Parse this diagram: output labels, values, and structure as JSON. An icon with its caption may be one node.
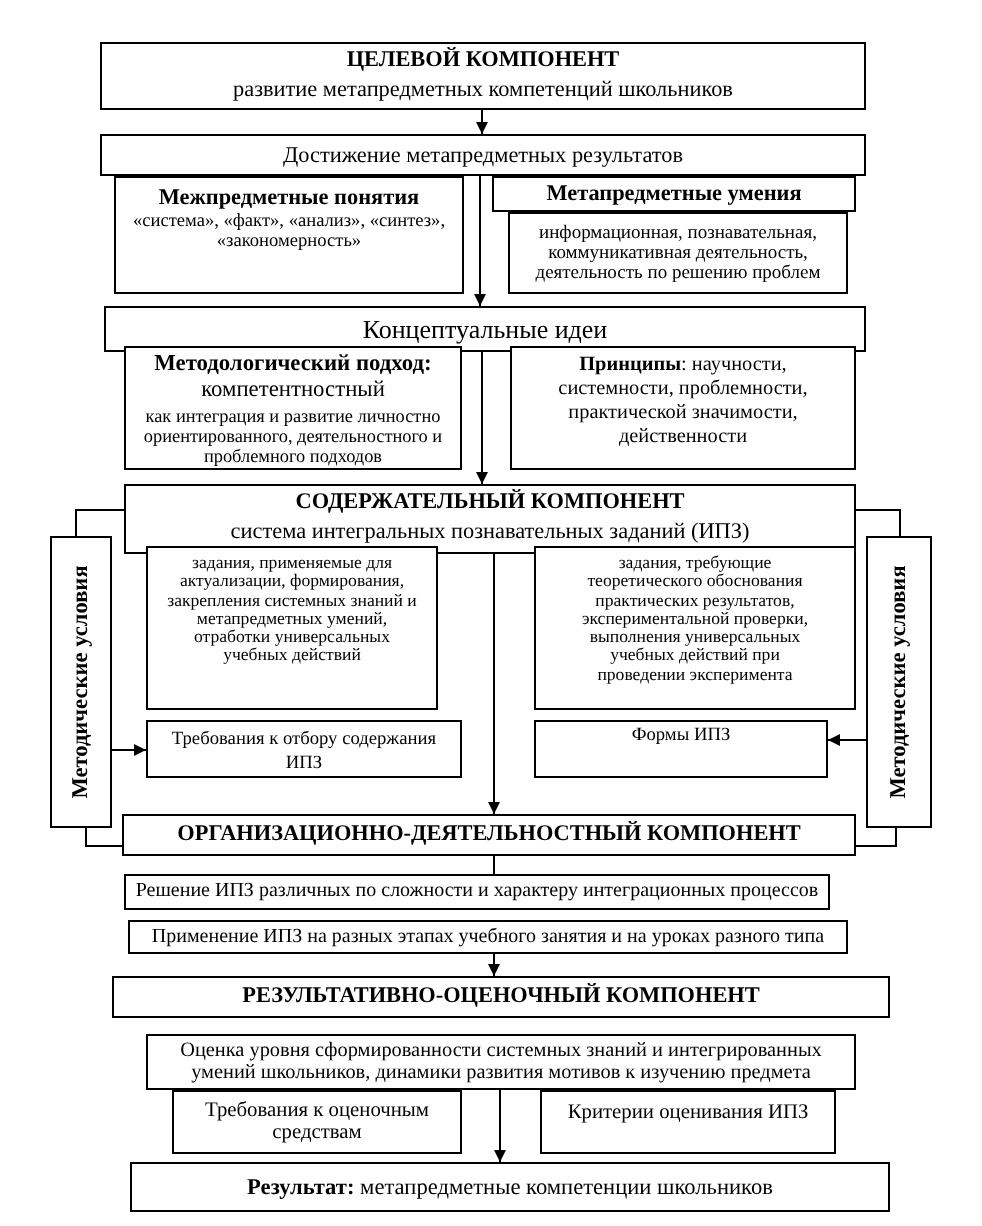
{
  "diagram": {
    "nodes": [
      {
        "text": [
          "ЦЕЛЕВОЙ КОМПОНЕНТ",
          "развитие метапредметных компетенций школьников"
        ]
      },
      {
        "text": [
          "Достижение метапредметных результатов"
        ]
      },
      {
        "text": [
          "Межпредметные понятия",
          "«система», «факт», «анализ», «синтез», «закономерность»"
        ]
      },
      {
        "text": [
          "Метапредметные умения"
        ]
      },
      {
        "text": [
          "информационная, познавательная, коммуникативная деятельность, деятельность по решению проблем"
        ]
      },
      {
        "text": [
          "Концептуальные идеи"
        ]
      },
      {
        "text": [
          "**Методологический подход:** компетентностный",
          "как интеграция и развитие личностно ориентированного, деятельностного и проблемного подходов"
        ]
      },
      {
        "text": [
          "**Принципы**: научности, системности, проблемности, практической значимости, действенности"
        ]
      },
      {
        "text": [
          "СОДЕРЖАТЕЛЬНЫЙ КОМПОНЕНТ",
          "система интегральных познавательных заданий (ИПЗ)"
        ]
      },
      {
        "text": [
          "Методические условия"
        ]
      },
      {
        "text": [
          "задания, применяемые для актуализации, формирования, закрепления системных знаний и метапредметных умений, отработки универсальных учебных действий"
        ]
      },
      {
        "text": [
          "задания, требующие теоретического обоснования практических результатов, экспериментальной проверки, выполнения универсальных учебных действий при проведении эксперимента"
        ]
      },
      {
        "text": [
          "Методические условия"
        ]
      },
      {
        "text": [
          "Требования к отбору содержания ИПЗ"
        ]
      },
      {
        "text": [
          "Формы ИПЗ"
        ]
      },
      {
        "text": [
          "ОРГАНИЗАЦИОННО-ДЕЯТЕЛЬНОСТНЫЙ КОМПОНЕНТ"
        ]
      },
      {
        "text": [
          "Решение ИПЗ различных по сложности и характеру интеграционных процессов"
        ]
      },
      {
        "text": [
          "Применение ИПЗ на разных этапах учебного занятия и на уроках разного типа"
        ]
      },
      {
        "text": [
          "РЕЗУЛЬТАТИВНО-ОЦЕНОЧНЫЙ КОМПОНЕНТ"
        ]
      },
      {
        "text": [
          "Оценка уровня сформированности системных знаний и интегрированных умений школьников, динамики развития мотивов к изучению предмета"
        ]
      },
      {
        "text": [
          "Требования к оценочным средствам"
        ]
      },
      {
        "text": [
          "Критерии оценивания ИПЗ"
        ]
      },
      {
        "text": [
          "**Результат:** метапредметные компетенции школьников"
        ]
      }
    ],
    "edges": [
      {
        "from": 0,
        "to": 1,
        "arrow": "to"
      },
      {
        "from": 1,
        "to": 5,
        "arrow": "to"
      },
      {
        "from": 5,
        "to": 8,
        "arrow": "to"
      },
      {
        "from": 8,
        "to": 9,
        "arrow": "none"
      },
      {
        "from": 8,
        "to": 12,
        "arrow": "none"
      },
      {
        "from": 9,
        "to": 13,
        "arrow": "to"
      },
      {
        "from": 12,
        "to": 14,
        "arrow": "to"
      },
      {
        "from": 8,
        "to": 15,
        "arrow": "to"
      },
      {
        "from": 9,
        "to": 15,
        "arrow": "none"
      },
      {
        "from": 12,
        "to": 15,
        "arrow": "none"
      },
      {
        "from": 15,
        "to": 16,
        "arrow": "none"
      },
      {
        "from": 17,
        "to": 18,
        "arrow": "to"
      },
      {
        "from": 19,
        "to": 22,
        "arrow": "to"
      }
    ]
  }
}
